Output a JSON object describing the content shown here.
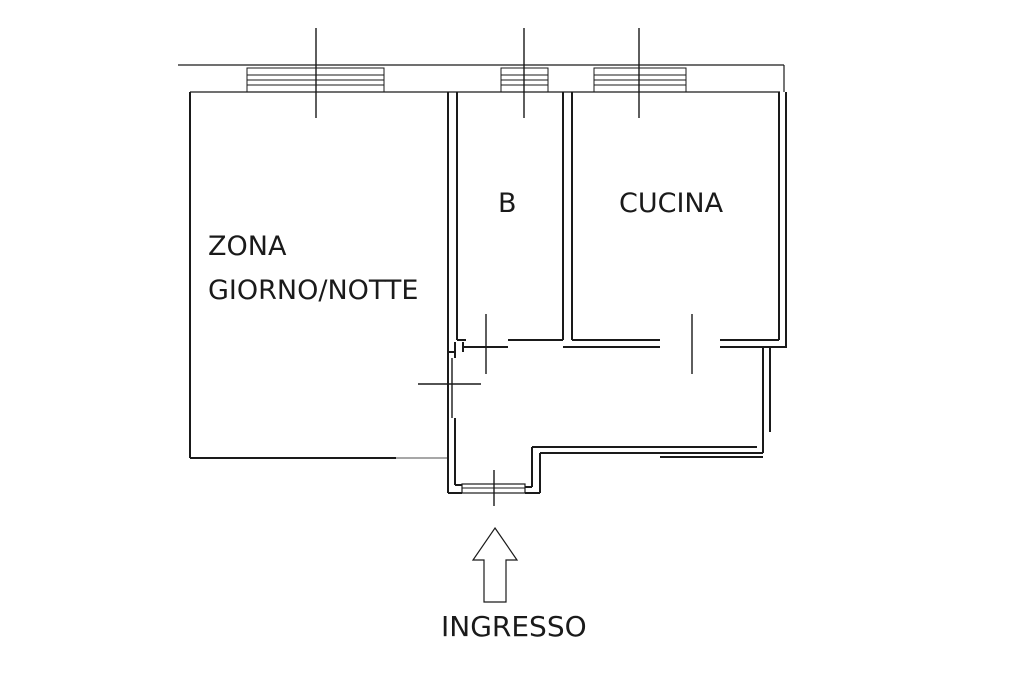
{
  "rooms": {
    "living": {
      "line1": "ZONA",
      "line2": "GIORNO/NOTTE"
    },
    "bathroom": {
      "label": "B"
    },
    "kitchen": {
      "label": "CUCINA"
    }
  },
  "entrance": {
    "label": "INGRESSO"
  }
}
